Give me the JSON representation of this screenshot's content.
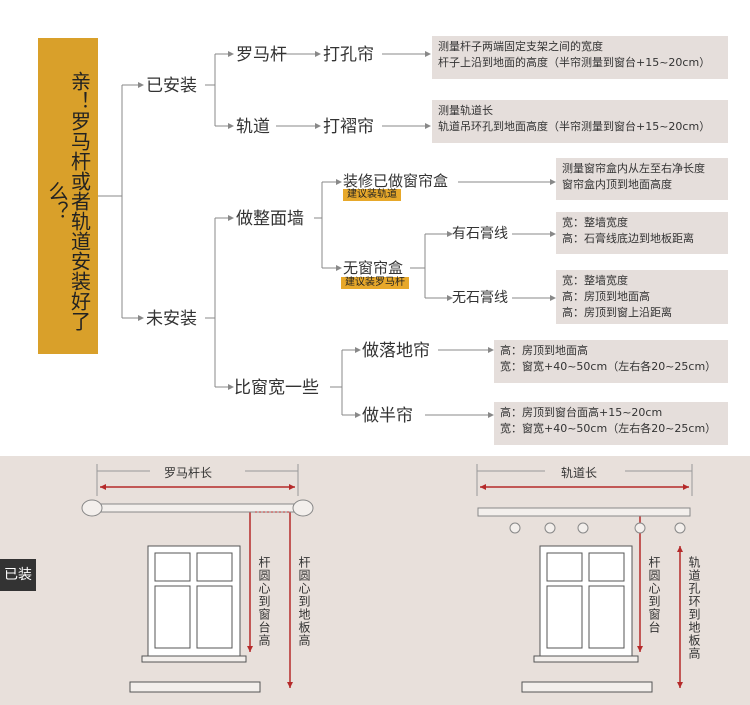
{
  "question": "亲！罗马杆或者轨道安装好了么？",
  "branches": {
    "installed": "已安装",
    "not_installed": "未安装"
  },
  "installed": {
    "roman_rod": "罗马杆",
    "punch_curtain": "打孔帘",
    "track": "轨道",
    "pleat_curtain": "打褶帘",
    "info_rod": [
      "测量杆子两端固定支架之间的宽度",
      "杆子上沿到地面的高度（半帘测量到窗台+15~20cm）"
    ],
    "info_track": [
      "测量轨道长",
      "轨道吊环孔到地面高度（半帘测量到窗台+15~20cm）"
    ]
  },
  "not_installed": {
    "wall": "做整面墙",
    "has_box": "装修已做窗帘盒",
    "has_box_tag": "建议装轨道",
    "no_box": "无窗帘盒",
    "no_box_tag": "建议装罗马杆",
    "with_line": "有石膏线",
    "without_line": "无石膏线",
    "info_box": [
      "测量窗帘盒内从左至右净长度",
      "窗帘盒内顶到地面高度"
    ],
    "info_with_line": [
      "宽：整墙宽度",
      "高：石膏线底边到地板距离"
    ],
    "info_without_line": [
      "宽：整墙宽度",
      "高：房顶到地面高",
      "高：房顶到窗上沿距离"
    ],
    "wider": "比窗宽一些",
    "floor": "做落地帘",
    "half": "做半帘",
    "info_floor": [
      "高：房顶到地面高",
      "宽：窗宽+40~50cm（左右各20~25cm）"
    ],
    "info_half": [
      "高：房顶到窗台面高+15~20cm",
      "宽：窗宽+40~50cm（左右各20~25cm）"
    ]
  },
  "bottom": {
    "installed_tab": "已装",
    "rod_length": "罗马杆长",
    "track_length": "轨道长",
    "rod_to_sill": "杆圆心到窗台高",
    "rod_to_floor": "杆圆心到地板高",
    "track_to_sill": "杆圆心到窗台",
    "track_to_floor": "轨道孔环到地板高"
  }
}
